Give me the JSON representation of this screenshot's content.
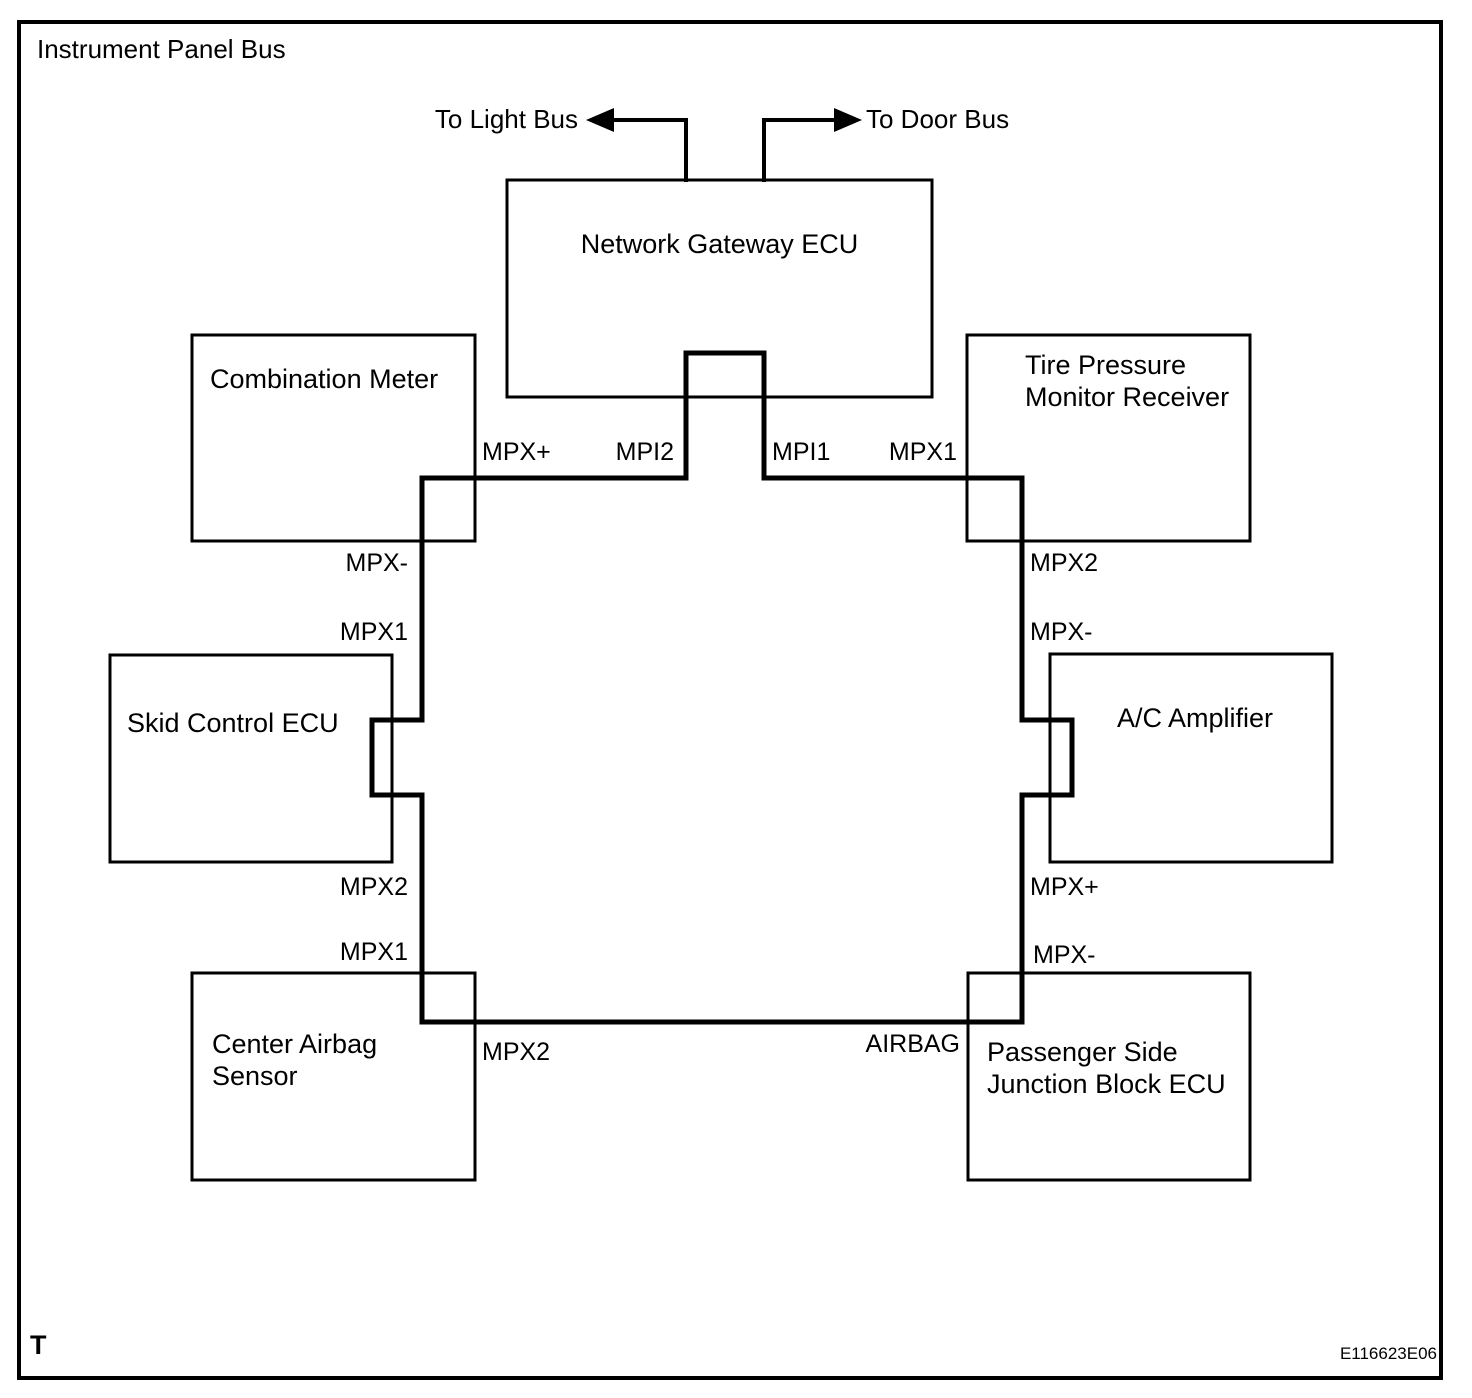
{
  "diagram_title": "Instrument Panel Bus",
  "external": {
    "to_light_bus": "To Light Bus",
    "to_door_bus": "To Door Bus"
  },
  "nodes": {
    "gateway": {
      "label": "Network Gateway ECU"
    },
    "combination_meter": {
      "label": "Combination Meter"
    },
    "tire_pressure": {
      "line1": "Tire Pressure",
      "line2": "Monitor Receiver"
    },
    "skid_control": {
      "label": "Skid Control ECU"
    },
    "ac_amplifier": {
      "label": "A/C Amplifier"
    },
    "center_airbag": {
      "line1": "Center Airbag",
      "line2": "Sensor"
    },
    "junction_block": {
      "line1": "Passenger Side",
      "line2": "Junction Block ECU"
    }
  },
  "pin_labels": {
    "combination_meter_mpx_plus": "MPX+",
    "gateway_mpi2": "MPI2",
    "gateway_mpi1": "MPI1",
    "tire_pressure_mpx1": "MPX1",
    "combination_meter_mpx_minus": "MPX-",
    "skid_control_mpx1": "MPX1",
    "skid_control_mpx2": "MPX2",
    "center_airbag_mpx1": "MPX1",
    "center_airbag_mpx2": "MPX2",
    "tire_pressure_mpx2": "MPX2",
    "ac_amplifier_mpx_minus": "MPX-",
    "ac_amplifier_mpx_plus": "MPX+",
    "junction_block_mpx_minus": "MPX-",
    "junction_block_airbag": "AIRBAG"
  },
  "footer": {
    "figure_mark": "T",
    "figure_code": "E116623E06"
  },
  "colors": {
    "line": "#000000",
    "background": "#ffffff"
  }
}
